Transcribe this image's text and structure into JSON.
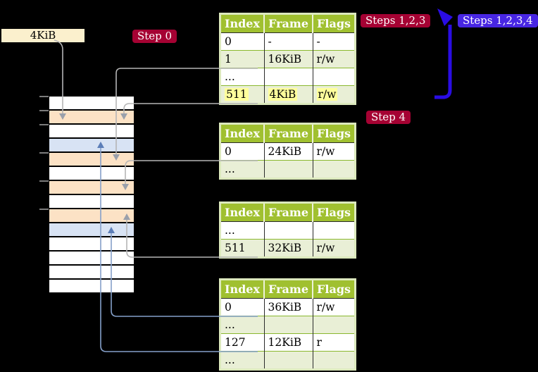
{
  "labels": {
    "frame_size": "4KiB",
    "step0": "Step 0",
    "steps123": "Steps 1,2,3",
    "steps1234": "Steps 1,2,3,4",
    "step4": "Step 4"
  },
  "colors": {
    "background": "#000000",
    "badge_red": "#a50233",
    "badge_blue": "#4826e3",
    "recursive_arrow_blue": "#2a0de4",
    "frame_label_box": "#fbf0cd",
    "table_header_green": "#a0c030",
    "table_row_green": "#e9efd6",
    "table_outer_frame": "#dce9bd",
    "memory_page_table_frame": "#fce2c5",
    "memory_mapped_page_frame": "#d8e3f4",
    "highlight_yellow": "#ffff9c",
    "connector_gray": "#b5b5b6",
    "connector_blue": "#85a0ca"
  },
  "memory": {
    "frames": [
      "free",
      "page-table",
      "free",
      "page",
      "page-table",
      "free",
      "page-table",
      "free",
      "page-table",
      "page",
      "free",
      "free",
      "free",
      "free"
    ]
  },
  "tables": [
    {
      "id": "page-table-1",
      "headers": [
        "Index",
        "Frame",
        "Flags"
      ],
      "rows": [
        {
          "cells": [
            "0",
            "-",
            "-"
          ]
        },
        {
          "cells": [
            "1",
            "16KiB",
            "r/w"
          ]
        },
        {
          "cells": [
            "...",
            "",
            ""
          ]
        },
        {
          "cells": [
            "511",
            "4KiB",
            "r/w"
          ],
          "highlight": true
        }
      ]
    },
    {
      "id": "page-table-2",
      "headers": [
        "Index",
        "Frame",
        "Flags"
      ],
      "rows": [
        {
          "cells": [
            "0",
            "24KiB",
            "r/w"
          ]
        },
        {
          "cells": [
            "...",
            "",
            ""
          ]
        }
      ]
    },
    {
      "id": "page-table-3",
      "headers": [
        "Index",
        "Frame",
        "Flags"
      ],
      "rows": [
        {
          "cells": [
            "...",
            "",
            ""
          ]
        },
        {
          "cells": [
            "511",
            "32KiB",
            "r/w"
          ]
        }
      ]
    },
    {
      "id": "page-table-4",
      "headers": [
        "Index",
        "Frame",
        "Flags"
      ],
      "rows": [
        {
          "cells": [
            "0",
            "36KiB",
            "r/w"
          ]
        },
        {
          "cells": [
            "...",
            "",
            ""
          ]
        },
        {
          "cells": [
            "127",
            "12KiB",
            "r"
          ]
        },
        {
          "cells": [
            "...",
            "",
            ""
          ]
        }
      ]
    }
  ]
}
